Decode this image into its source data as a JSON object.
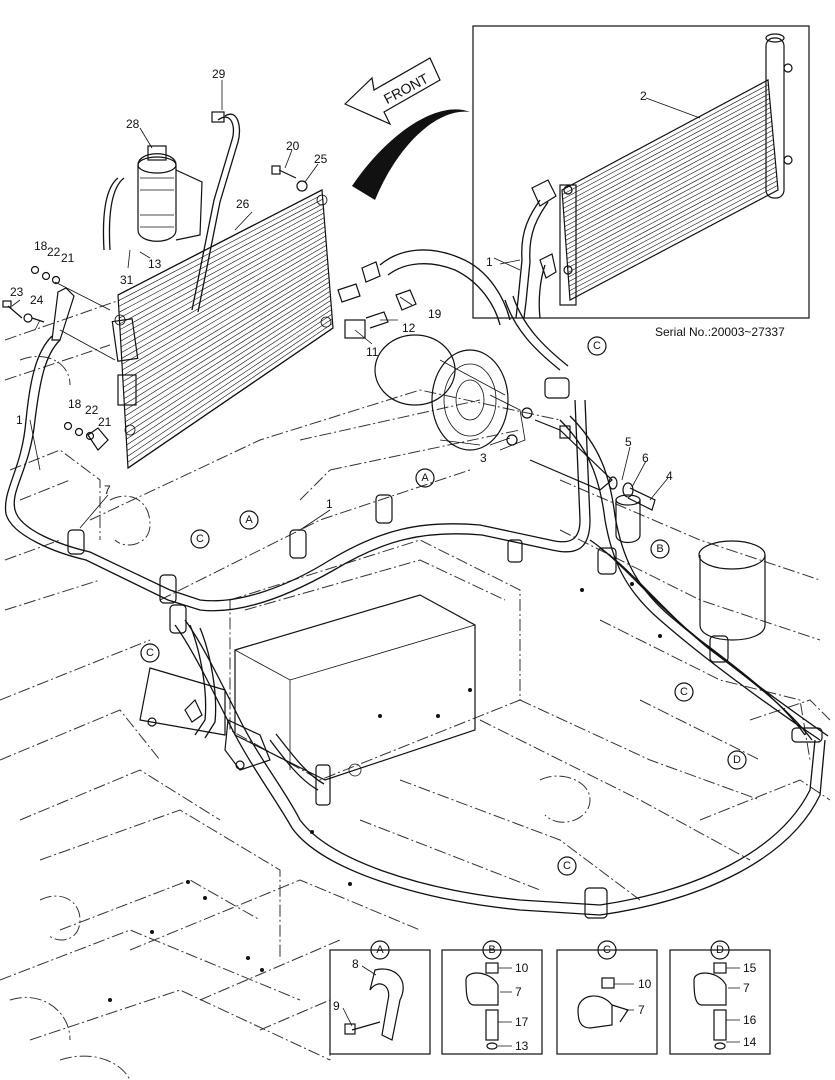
{
  "front_label": "FRONT",
  "serial_note": "Serial No.:20003~27337",
  "callouts": {
    "c1a": "1",
    "c1b": "1",
    "c1c": "1",
    "c2": "2",
    "c3": "3",
    "c4": "4",
    "c5": "5",
    "c6": "6",
    "c7": "7",
    "c11": "11",
    "c12": "12",
    "c13": "13",
    "c18a": "18",
    "c18b": "18",
    "c19": "19",
    "c20": "20",
    "c21a": "21",
    "c21b": "21",
    "c22a": "22",
    "c22b": "22",
    "c23": "23",
    "c24": "24",
    "c25": "25",
    "c26": "26",
    "c28": "28",
    "c29": "29",
    "c31": "31"
  },
  "ref_markers": {
    "a1": "A",
    "a2": "A",
    "b1": "B",
    "c1": "C",
    "c2": "C",
    "c3": "C",
    "c4": "C",
    "c5": "C",
    "d1": "D"
  },
  "detail_views": [
    {
      "title": "A",
      "labels": [
        "8",
        "9"
      ]
    },
    {
      "title": "B",
      "labels": [
        "10",
        "7",
        "17",
        "13"
      ]
    },
    {
      "title": "C",
      "labels": [
        "10",
        "7"
      ]
    },
    {
      "title": "D",
      "labels": [
        "15",
        "7",
        "16",
        "14"
      ]
    }
  ]
}
